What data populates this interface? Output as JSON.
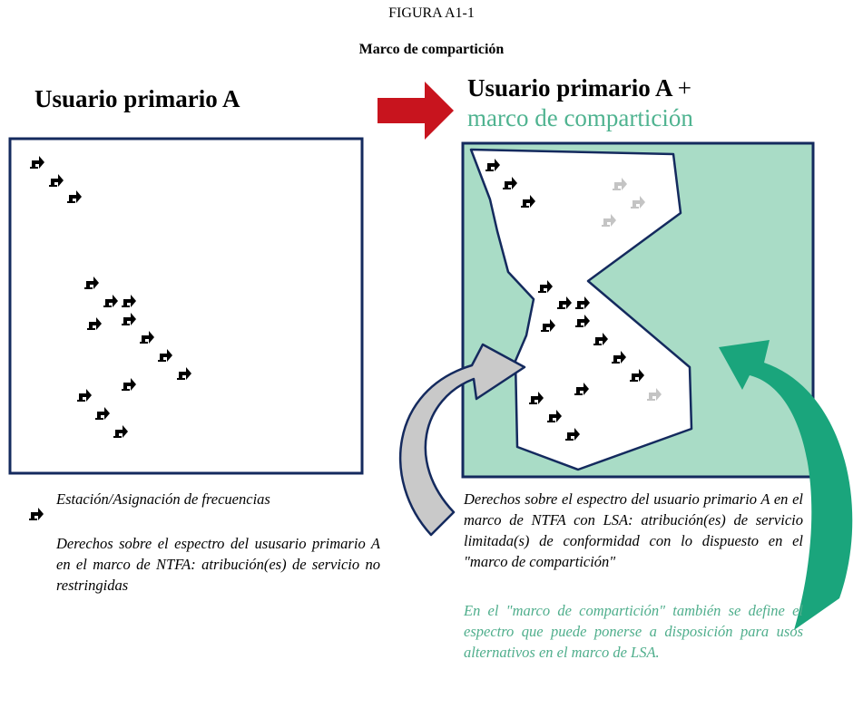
{
  "figure": {
    "number": "FIGURA A1-1",
    "title": "Marco de compartición"
  },
  "left_panel": {
    "heading": "Usuario primario A"
  },
  "right_panel": {
    "heading_line1": "Usuario primario A",
    "heading_plus": "+",
    "heading_line2": "marco de compartición"
  },
  "legend": {
    "station_icon": "station-icon",
    "station_label": "Estación/Asignación de frecuencias"
  },
  "captions": {
    "left": "Derechos sobre el espectro del ususario primario A en el marco de NTFA: atribución(es) de servicio no restringidas",
    "right": "Derechos sobre el espectro del usuario primario A en el marco de NTFA con LSA: atribución(es) de servicio limitada(s) de conformidad con lo dispuesto en el \"marco de compartición\"",
    "green": "En el \"marco de compartición\" también se define el espectro que puede ponerse a disposición para usos alternativos en el marco de LSA."
  },
  "colors": {
    "frame_border": "#142a5e",
    "sharing_fill": "#a9dcc6",
    "sharing_text": "#4fb390",
    "red_arrow": "#c8141e",
    "green_arrow": "#1aa57c",
    "grey_arrow": "#c9c9c9",
    "inactive_station": "#c4c4c4",
    "green_caption": "#4fae8c"
  }
}
